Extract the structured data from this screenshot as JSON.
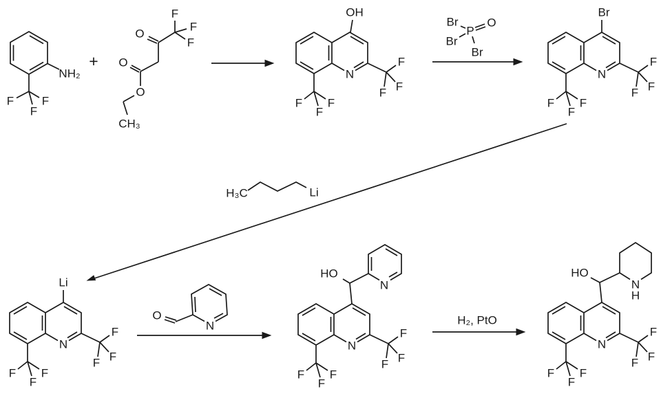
{
  "colors": {
    "background": "#ffffff",
    "ink": "#1a1a1a"
  },
  "step1": {
    "aniline": {
      "nh2": "NH₂",
      "f_left": "F",
      "f_right": "F",
      "f_bottom": "F"
    },
    "plus": "+",
    "ester": {
      "f_top": "F",
      "f_right": "F",
      "f_lower": "F",
      "ketone_o": "O",
      "carbonyl_o": "O",
      "ester_o": "O",
      "ch3": "CH₃"
    },
    "quinolinol": {
      "oh": "OH",
      "n": "N",
      "f1": "F",
      "f2": "F",
      "f3": "F",
      "f4": "F",
      "f5": "F",
      "f6": "F"
    }
  },
  "step2": {
    "pobr3": {
      "br_top": "Br",
      "o": "O",
      "br_left": "Br",
      "br_bottom": "Br",
      "p": "P"
    },
    "bromoquinoline": {
      "br": "Br",
      "n": "N",
      "f1": "F",
      "f2": "F",
      "f3": "F",
      "f4": "F",
      "f5": "F",
      "f6": "F"
    }
  },
  "step3": {
    "nbuli": {
      "h3c": "H₃C",
      "li": "Li"
    },
    "lithioquinoline": {
      "li": "Li",
      "n": "N",
      "f1": "F",
      "f2": "F",
      "f3": "F",
      "f4": "F",
      "f5": "F",
      "f6": "F"
    }
  },
  "step4": {
    "aldehyde": {
      "o": "O",
      "n": "N"
    },
    "carbinol": {
      "ho": "HO",
      "py_n": "N",
      "n": "N",
      "f1": "F",
      "f2": "F",
      "f3": "F",
      "f4": "F",
      "f5": "F",
      "f6": "F"
    }
  },
  "step5": {
    "conditions": "H₂, PtO",
    "mefloquine": {
      "ho": "HO",
      "pip_n": "N",
      "pip_h": "H",
      "n": "N",
      "f1": "F",
      "f2": "F",
      "f3": "F",
      "f4": "F",
      "f5": "F",
      "f6": "F"
    }
  }
}
